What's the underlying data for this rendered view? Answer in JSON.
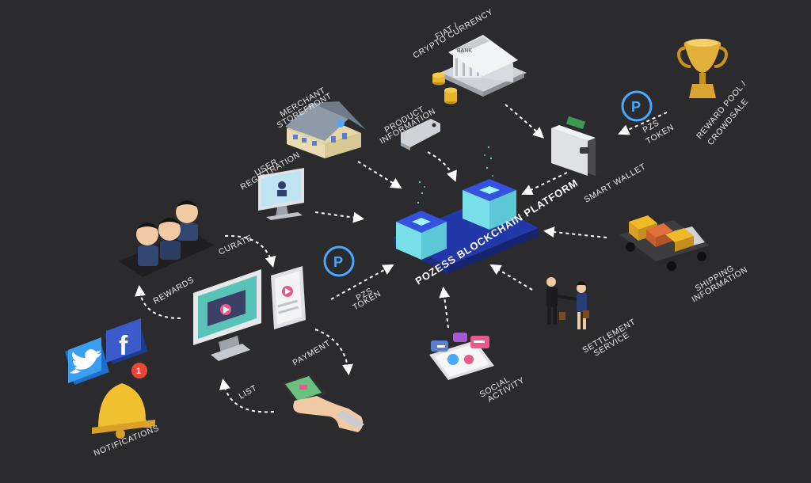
{
  "colors": {
    "background": "#2b2b2d",
    "platform_blue": "#2f4fd6",
    "platform_cyan": "#7fe7ef",
    "token_blue": "#4aa8ff",
    "label": "#e9e9ea"
  },
  "center": {
    "label": "POZESS BLOCKCHAIN PLATFORM"
  },
  "nodes": {
    "fiat": {
      "line1": "FIAT /",
      "line2": "CRYPTO CURRENCY",
      "bank_sign": "BANK"
    },
    "merchant": {
      "line1": "MERCHANT",
      "line2": "STOREFRONT"
    },
    "product": {
      "line1": "PRODUCT",
      "line2": "INFORMATION"
    },
    "user_registration": {
      "line1": "USER",
      "line2": "REGISTRATION"
    },
    "reward_pool": {
      "line1": "REWARD POOL /",
      "line2": "CROWDSALE"
    },
    "pzs_token_top": {
      "line1": "PZS",
      "line2": "TOKEN",
      "symbol": "P"
    },
    "smart_wallet": {
      "label": "SMART WALLET"
    },
    "curate": {
      "label": "CURATE"
    },
    "rewards": {
      "label": "REWARDS"
    },
    "pzs_token_left": {
      "line1": "PZS",
      "line2": "TOKEN",
      "symbol": "P"
    },
    "shipping": {
      "line1": "SHIPPING",
      "line2": "INFORMATION"
    },
    "settlement": {
      "line1": "SETTLEMENT",
      "line2": "SERVICE"
    },
    "payment": {
      "label": "PAYMENT"
    },
    "list": {
      "label": "LIST"
    },
    "social": {
      "line1": "SOCIAL",
      "line2": "ACTIVITY"
    },
    "notifications": {
      "label": "NOTIFICATIONS",
      "badge": "1"
    },
    "social_icons": {
      "facebook": "f",
      "twitter": "twitter-bird-icon"
    }
  }
}
